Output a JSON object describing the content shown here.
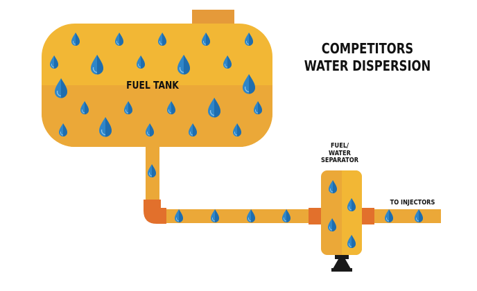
{
  "title": {
    "line1": "COMPETITORS",
    "line2": "WATER DISPERSION"
  },
  "labels": {
    "fuel_tank": "FUEL TANK",
    "separator_line1": "FUEL/",
    "separator_line2": "WATER",
    "separator_line3": "SEPARATOR",
    "to_injectors": "TO INJECTORS"
  },
  "colors": {
    "fuel_light": "#F2B735",
    "fuel_dark": "#EBA838",
    "cap": "#E59A3A",
    "fitting": "#E2702C",
    "drop": "#2F86C8",
    "drop_dark": "#1F6DAE",
    "base": "#1a1a1a"
  }
}
